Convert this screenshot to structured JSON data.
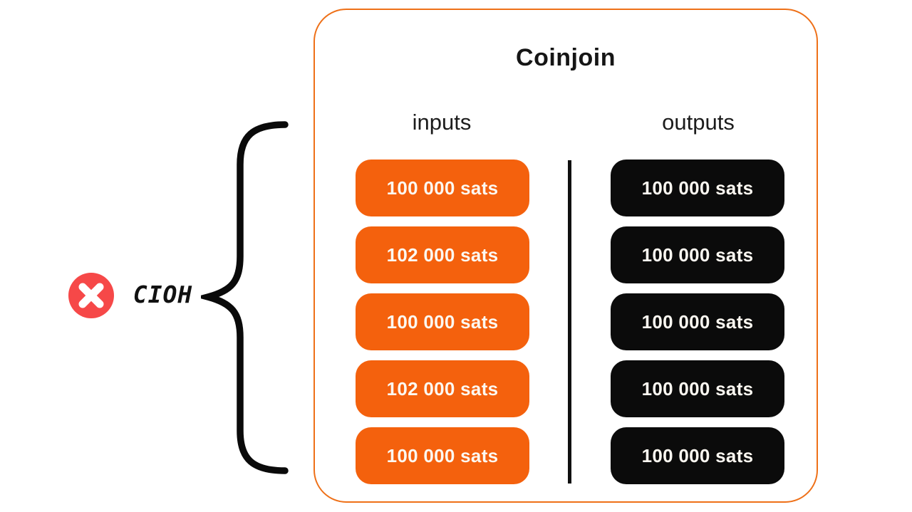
{
  "title": "Coinjoin",
  "annotation": {
    "label": "CIOH",
    "icon": "x-circle-icon"
  },
  "inputs": {
    "label": "inputs",
    "items": [
      "100 000 sats",
      "102 000 sats",
      "100 000 sats",
      "102 000 sats",
      "100 000 sats"
    ]
  },
  "outputs": {
    "label": "outputs",
    "items": [
      "100 000 sats",
      "100 000 sats",
      "100 000 sats",
      "100 000 sats",
      "100 000 sats"
    ]
  },
  "colors": {
    "input_box": "#F4610D",
    "output_box": "#0B0B0B",
    "container_border": "#EE7018",
    "badge_red": "#F64848",
    "text_on_box": "#FCF8F1",
    "brace_black": "#0A0A0A"
  }
}
